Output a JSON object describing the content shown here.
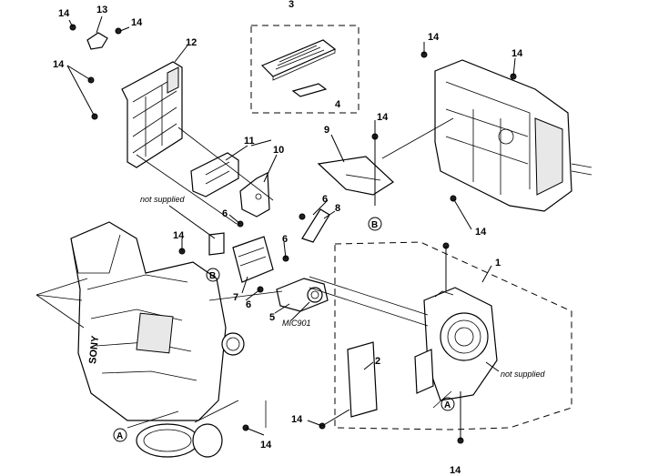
{
  "parts": {
    "p1": "1",
    "p2": "2",
    "p3": "3",
    "p4": "4",
    "p5": "5",
    "p6": "6",
    "p7": "7",
    "p8": "8",
    "p9": "9",
    "p10": "10",
    "p11": "11",
    "p12": "12",
    "p13": "13",
    "p14": "14"
  },
  "notes": {
    "not_supplied": "not supplied",
    "mic": "MIC901",
    "brand": "SONY"
  },
  "refs": {
    "a": "A",
    "b": "B"
  }
}
